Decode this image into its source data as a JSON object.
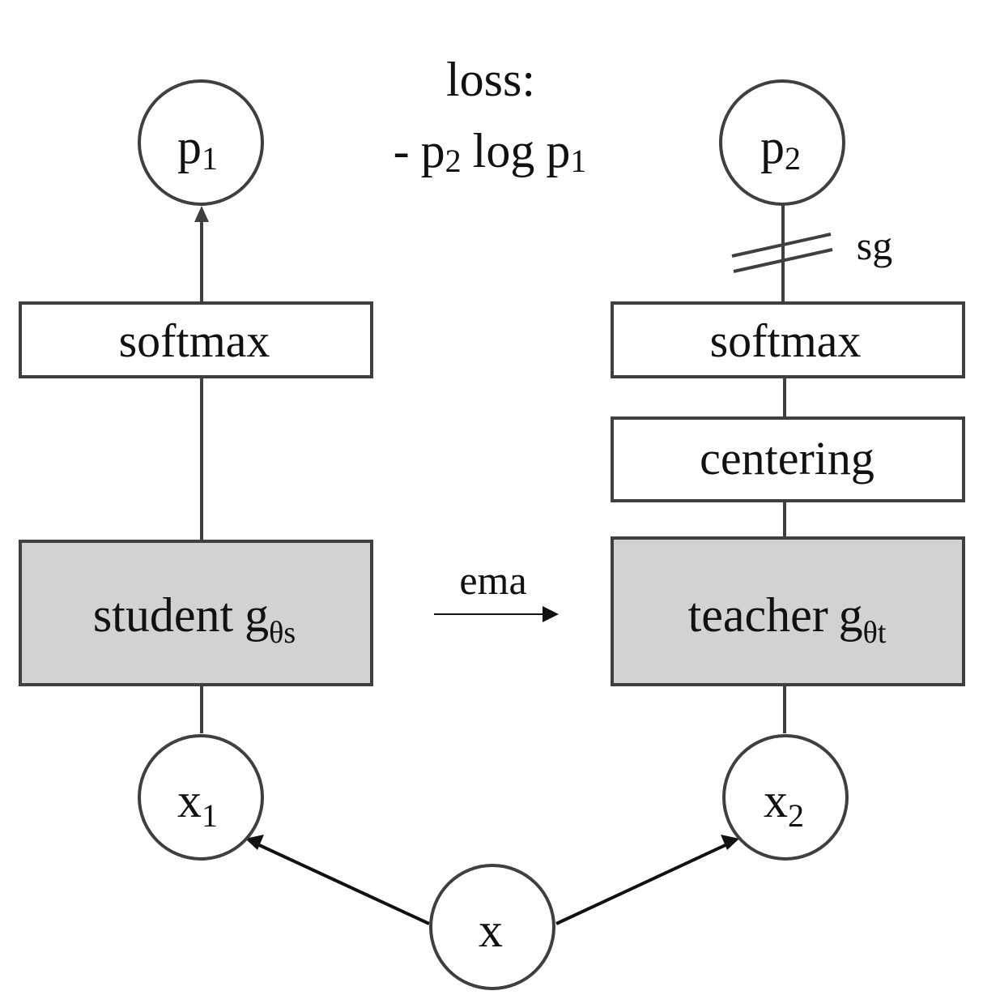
{
  "nodes": {
    "p1": {
      "base": "p",
      "sub": "1"
    },
    "p2": {
      "base": "p",
      "sub": "2"
    },
    "x1": {
      "base": "x",
      "sub": "1"
    },
    "x2": {
      "base": "x",
      "sub": "2"
    },
    "x": {
      "base": "x"
    }
  },
  "loss": {
    "title": "loss:",
    "minus": "-",
    "p2_base": "p",
    "p2_sub": "2",
    "log": "log",
    "p1_base": "p",
    "p1_sub": "1"
  },
  "student": {
    "softmax": "softmax",
    "network_name": "student",
    "network_fn": "g",
    "network_param": "θs"
  },
  "teacher": {
    "softmax": "softmax",
    "centering": "centering",
    "network_name": "teacher",
    "network_fn": "g",
    "network_param": "θt",
    "stop_gradient": "sg"
  },
  "ema_label": "ema",
  "colors": {
    "network_fill": "#d3d1d2",
    "stroke": "#3f3f3f",
    "text": "#111111"
  }
}
